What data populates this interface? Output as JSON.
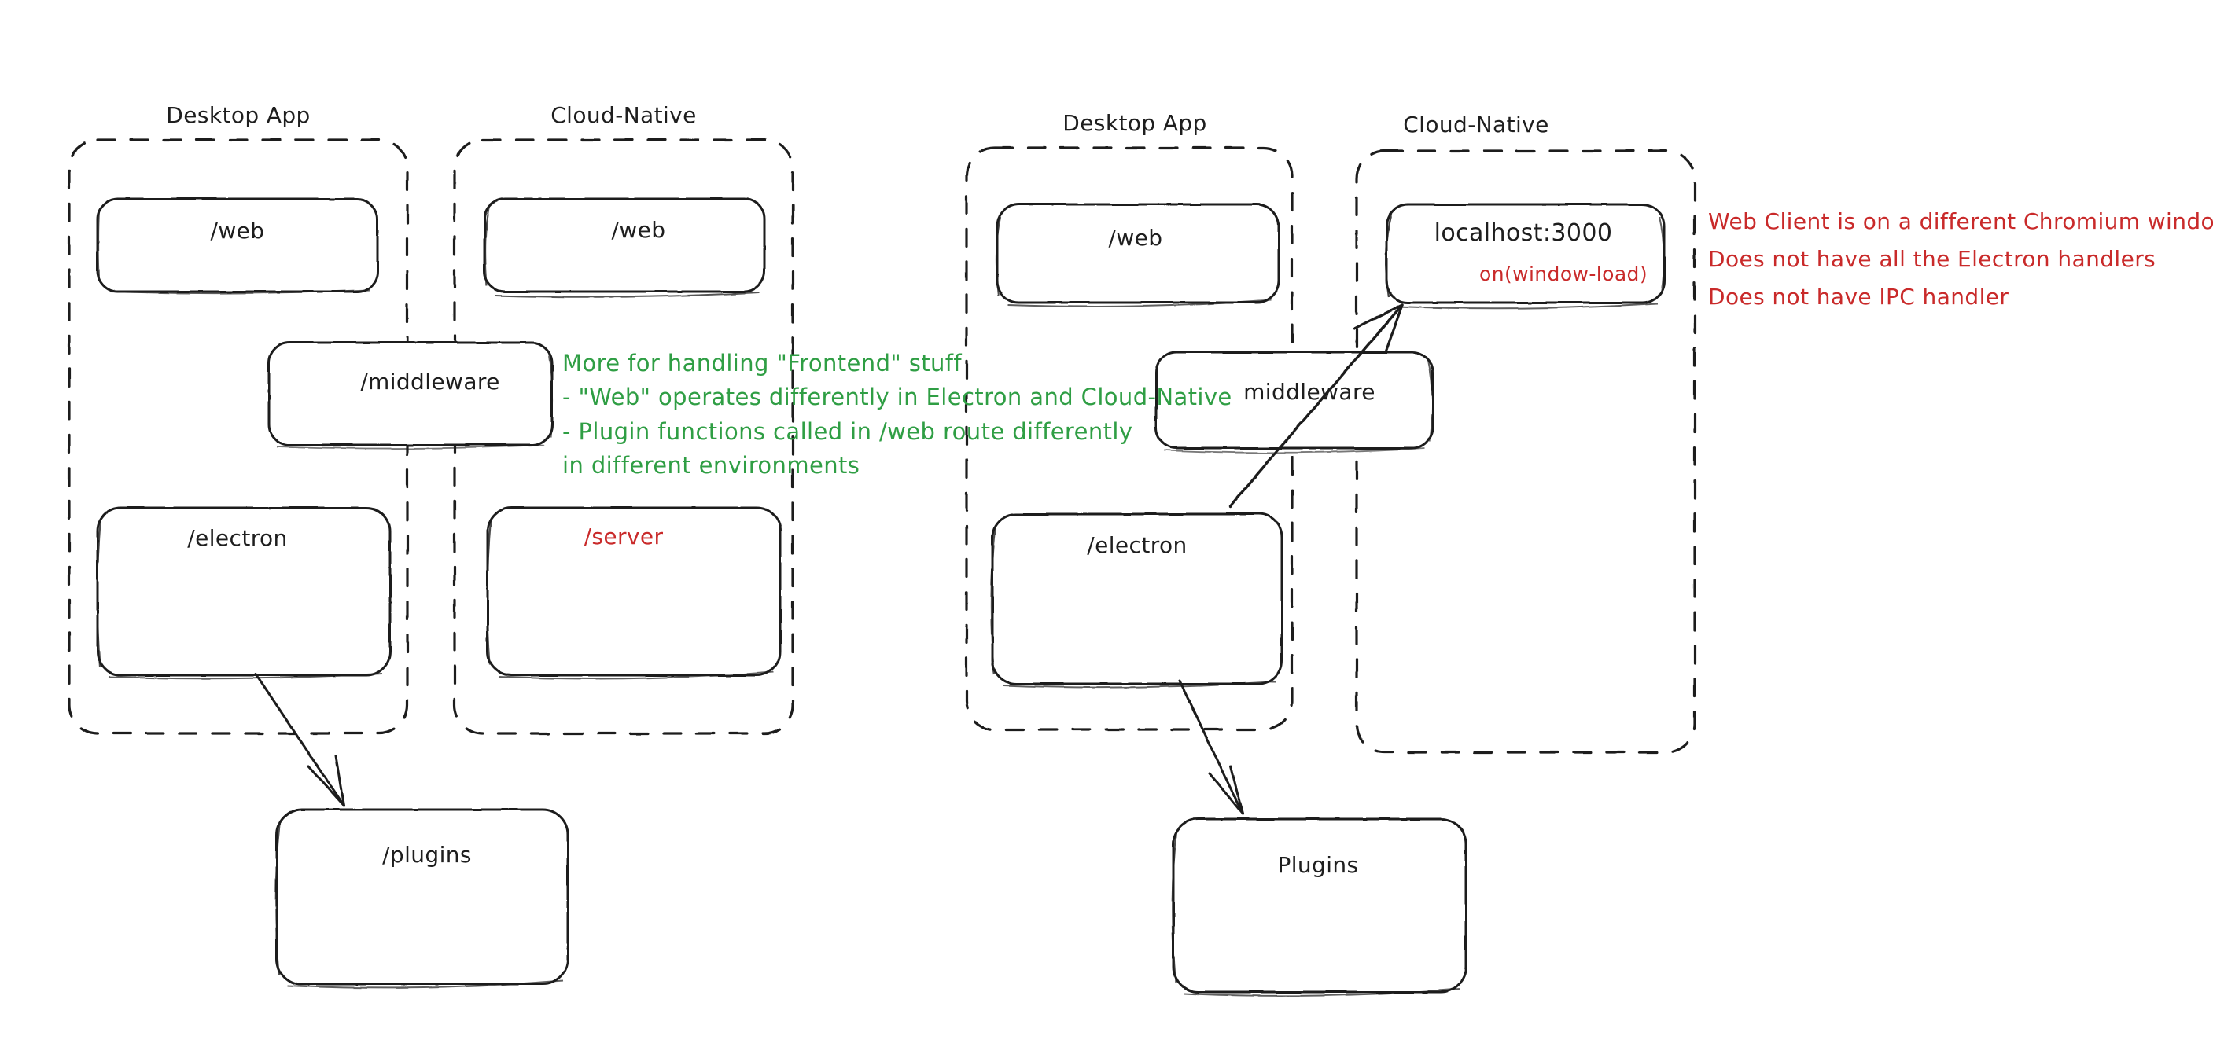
{
  "diagram": {
    "title_left_group": "Desktop App",
    "title_left_cloud": "Cloud-Native",
    "title_right_group": "Desktop App",
    "title_right_cloud": "Cloud-Native",
    "colors": {
      "stroke": "#1e1e1e",
      "green": "#2f9e44",
      "red": "#c92a2a",
      "background": "#ffffff"
    },
    "left_diagram": {
      "containers": [
        {
          "label": "Desktop App"
        },
        {
          "label": "Cloud-Native"
        }
      ],
      "nodes": [
        {
          "label": "/web",
          "color": "black"
        },
        {
          "label": "/web",
          "color": "black"
        },
        {
          "label": "/middleware",
          "color": "black"
        },
        {
          "label": "/electron",
          "color": "black"
        },
        {
          "label": "/server",
          "color": "red"
        },
        {
          "label": "/plugins",
          "color": "black"
        }
      ]
    },
    "right_diagram": {
      "containers": [
        {
          "label": "Desktop App"
        },
        {
          "label": "Cloud-Native"
        }
      ],
      "nodes": [
        {
          "label": "/web",
          "color": "black"
        },
        {
          "label": "localhost:3000",
          "color": "black"
        },
        {
          "label": "on(window-load)",
          "color": "red"
        },
        {
          "label": "middleware",
          "color": "black"
        },
        {
          "label": "/electron",
          "color": "black"
        },
        {
          "label": "Plugins",
          "color": "black"
        }
      ]
    },
    "annotations": {
      "green_note": {
        "lines": [
          "More for handling \"Frontend\" stuff",
          "- \"Web\" operates differently in Electron and Cloud-Native",
          "- Plugin functions called in /web route differently",
          "in different environments"
        ]
      },
      "red_note": {
        "lines": [
          "Web Client is on a different Chromium window",
          "Does not have all the Electron handlers",
          "Does not have IPC handler"
        ]
      }
    }
  }
}
